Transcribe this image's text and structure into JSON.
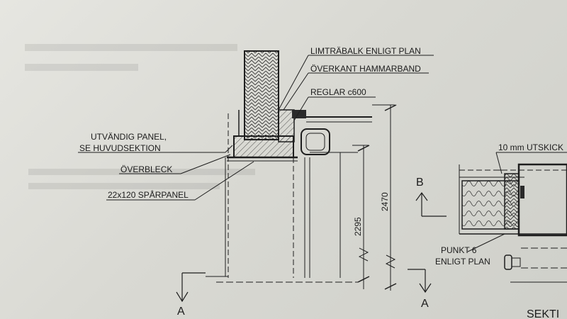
{
  "drawing": {
    "labels": {
      "limtrabalk": "LIMTRÄBALK ENLIGT PLAN",
      "overkant": "ÖVERKANT HAMMARBAND",
      "reglar": "REGLAR c600",
      "utvandig_1": "UTVÄNDIG PANEL,",
      "utvandig_2": "SE HUVUDSEKTION",
      "overbleck": "ÖVERBLECK",
      "sparpanel": "22x120 SPÅRPANEL",
      "utskick": "10 mm UTSKICK",
      "punkt_1": "PUNKT 6",
      "punkt_2": "ENLIGT PLAN",
      "sekt": "SEKTI"
    },
    "dimensions": {
      "d1": "2295",
      "d2": "2470"
    },
    "section_marks": {
      "a_left": "A",
      "a_right": "A",
      "b": "B"
    }
  }
}
